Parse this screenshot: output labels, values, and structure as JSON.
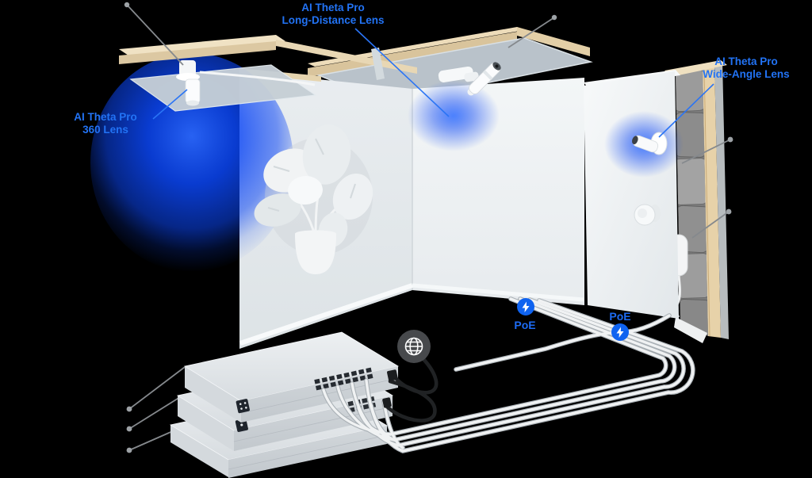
{
  "scene": {
    "background": "#000000"
  },
  "labels": {
    "camera_360": {
      "line1": "AI Theta Pro",
      "line2": "360 Lens"
    },
    "camera_long": {
      "line1": "AI Theta Pro",
      "line2": "Long-Distance Lens"
    },
    "camera_wide": {
      "line1": "AI Theta Pro",
      "line2": "Wide-Angle Lens"
    }
  },
  "badges": {
    "poe1": {
      "label": "PoE",
      "icon": "lightning-bolt-icon"
    },
    "poe2": {
      "label": "PoE",
      "icon": "lightning-bolt-icon"
    }
  },
  "icons": {
    "internet": "globe-icon"
  },
  "colors": {
    "accent_blue": "#2273f5",
    "badge_blue": "#0f63f0",
    "glow_blue": "#0b46f5"
  }
}
